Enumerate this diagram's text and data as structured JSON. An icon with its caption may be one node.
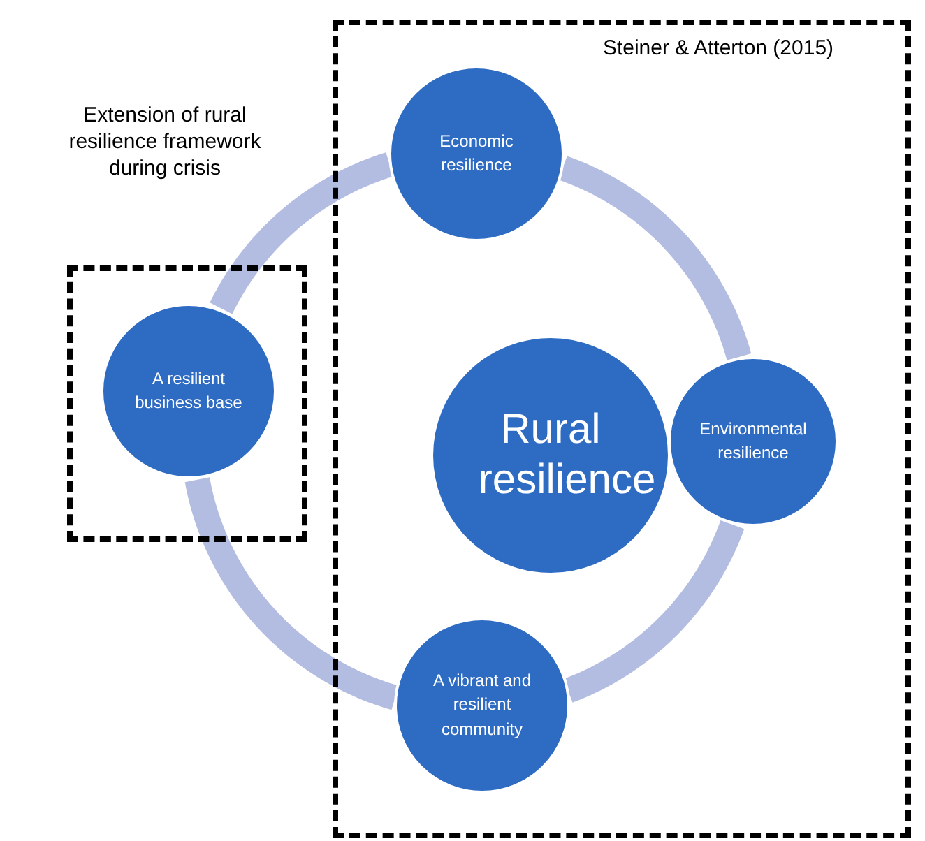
{
  "diagram": {
    "nodes": [
      {
        "text": [
          "Steiner & Atterton (2015)"
        ]
      },
      {
        "text": [],
        "shape": "box"
      },
      {
        "text": [
          "Economic resilience"
        ],
        "in": 0
      },
      {
        "text": [
          "A resilient business base"
        ],
        "in": 1
      },
      {
        "text": [
          "Rural resilience"
        ],
        "in": 0
      },
      {
        "text": [
          "Environmental resilience"
        ],
        "in": 0
      },
      {
        "text": [
          "A vibrant and resilient community"
        ],
        "in": 0
      }
    ],
    "edges": [
      {
        "from": 2,
        "to": 5,
        "arrow": "none"
      },
      {
        "from": 5,
        "to": 6,
        "arrow": "none"
      },
      {
        "from": 6,
        "to": 3,
        "arrow": "none"
      },
      {
        "from": 3,
        "to": 2,
        "arrow": "none"
      }
    ],
    "labels": [
      "Extension of rural resilience framework during crisis"
    ]
  }
}
